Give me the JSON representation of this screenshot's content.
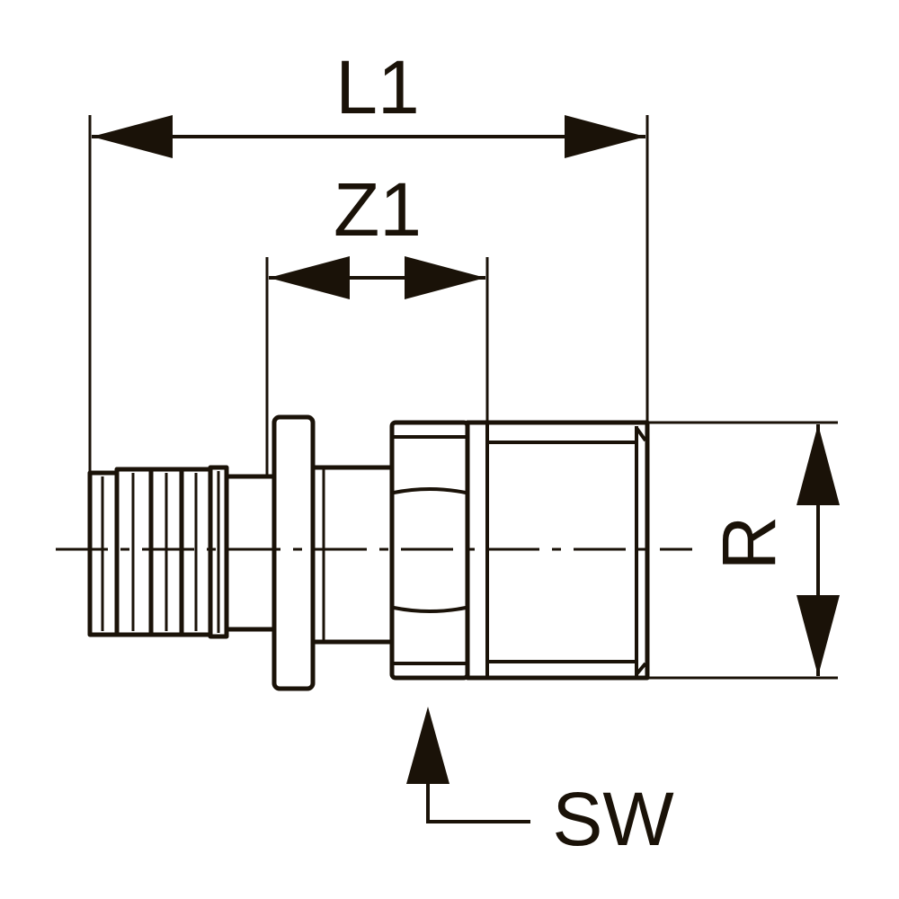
{
  "colors": {
    "ink": "#1a1208",
    "background": "#ffffff"
  },
  "labels": {
    "l1": "L1",
    "z1": "Z1",
    "r": "R",
    "sw": "SW"
  }
}
